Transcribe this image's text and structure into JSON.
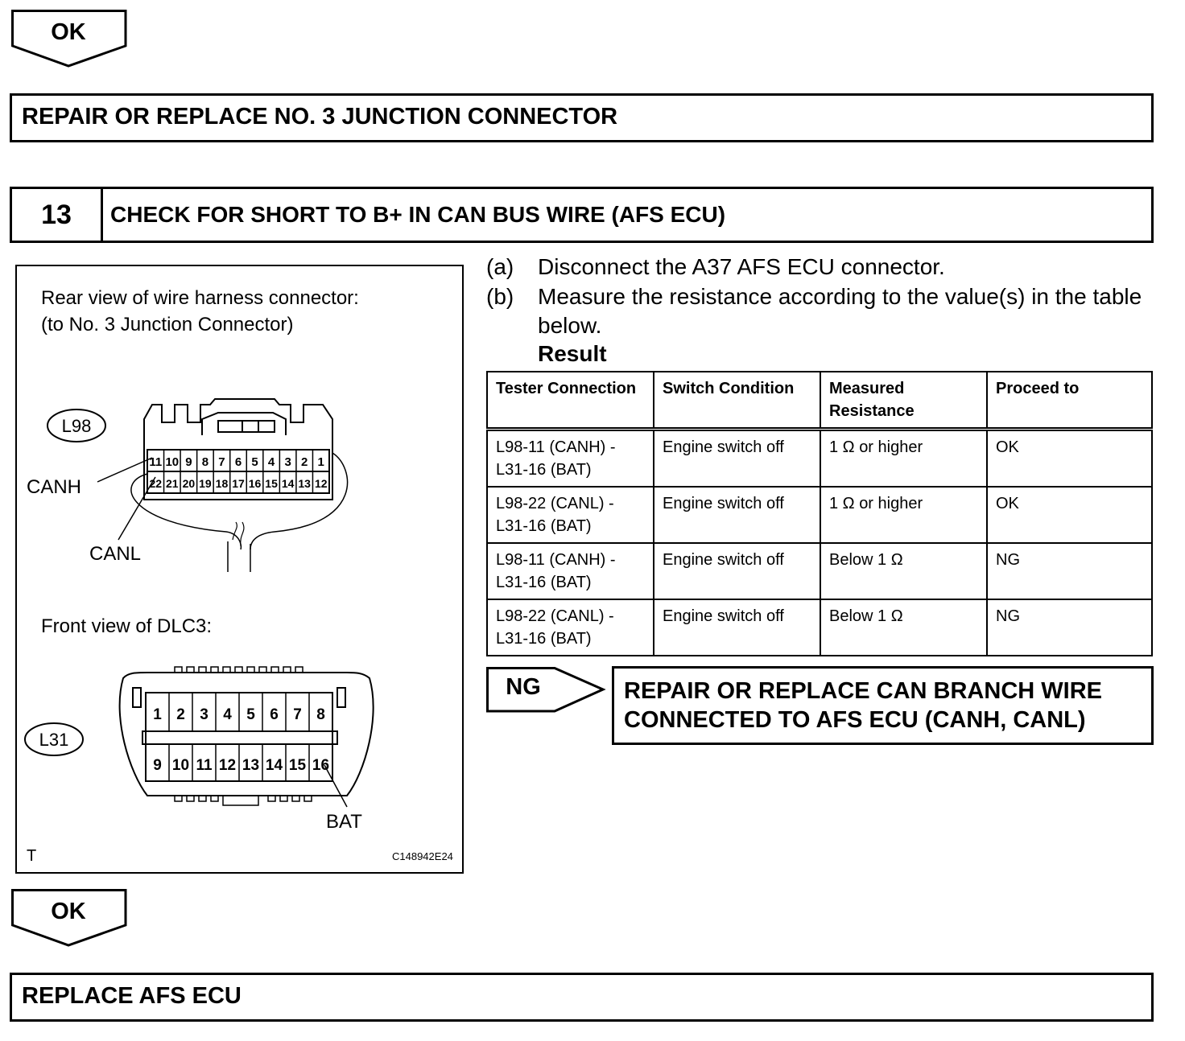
{
  "ok_top": {
    "label": "OK"
  },
  "repair_junction": {
    "text": "REPAIR OR REPLACE NO. 3 JUNCTION CONNECTOR"
  },
  "step": {
    "number": "13",
    "title": "CHECK FOR SHORT TO B+ IN CAN BUS WIRE (AFS ECU)"
  },
  "instructions": [
    {
      "letter": "(a)",
      "text": "Disconnect the A37 AFS ECU connector."
    },
    {
      "letter": "(b)",
      "text": "Measure the resistance according to the value(s) in the table below."
    }
  ],
  "result_label": "Result",
  "table": {
    "headers": [
      "Tester Connection",
      "Switch Condition",
      "Measured Resistance",
      "Proceed to"
    ],
    "rows": [
      [
        "L98-11 (CANH) - L31-16 (BAT)",
        "Engine switch off",
        "1 Ω or higher",
        "OK"
      ],
      [
        "L98-22 (CANL) - L31-16 (BAT)",
        "Engine switch off",
        "1 Ω or higher",
        "OK"
      ],
      [
        "L98-11 (CANH) - L31-16 (BAT)",
        "Engine switch off",
        "Below 1 Ω",
        "NG"
      ],
      [
        "L98-22 (CANL) - L31-16 (BAT)",
        "Engine switch off",
        "Below 1 Ω",
        "NG"
      ]
    ]
  },
  "ng": {
    "label": "NG",
    "action": "REPAIR OR REPLACE CAN BRANCH WIRE CONNECTED TO AFS ECU (CANH, CANL)"
  },
  "figure": {
    "caption1": "Rear view of wire harness connector:",
    "caption2": "(to No. 3 Junction Connector)",
    "connector1": "L98",
    "canh": "CANH",
    "canl": "CANL",
    "pins_top": [
      "11",
      "10",
      "9",
      "8",
      "7",
      "6",
      "5",
      "4",
      "3",
      "2",
      "1"
    ],
    "pins_bottom": [
      "22",
      "21",
      "20",
      "19",
      "18",
      "17",
      "16",
      "15",
      "14",
      "13",
      "12"
    ],
    "caption3": "Front view of DLC3:",
    "connector2": "L31",
    "dlc_top": [
      "1",
      "2",
      "3",
      "4",
      "5",
      "6",
      "7",
      "8"
    ],
    "dlc_bottom": [
      "9",
      "10",
      "11",
      "12",
      "13",
      "14",
      "15",
      "16"
    ],
    "bat": "BAT",
    "corner_mark": "T",
    "figure_code": "C148942E24"
  },
  "ok_bottom": {
    "label": "OK"
  },
  "replace_ecu": {
    "text": "REPLACE AFS ECU"
  }
}
